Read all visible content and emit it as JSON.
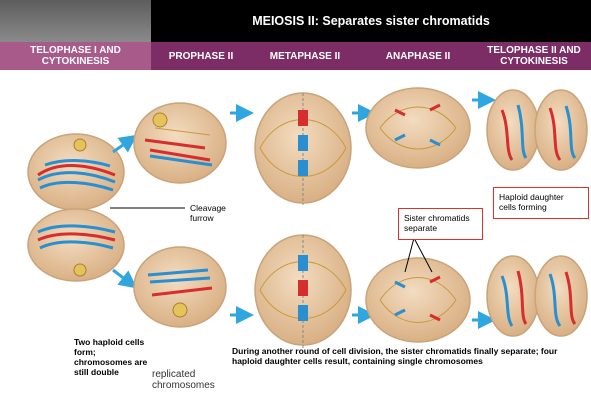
{
  "header": {
    "title": "MEIOSIS II: Separates sister chromatids"
  },
  "stages": {
    "telophase1": "TELOPHASE I AND CYTOKINESIS",
    "prophase2": "PROPHASE II",
    "metaphase2": "METAPHASE II",
    "anaphase2": "ANAPHASE II",
    "telophase2": "TELOPHASE II AND CYTOKINESIS"
  },
  "labels": {
    "cleavage_furrow": "Cleavage furrow",
    "sister_chromatids": "Sister chromatids separate",
    "haploid_forming": "Haploid daughter cells forming",
    "two_haploid": "Two haploid cells form; chromosomes are still double",
    "during_round": "During another round of cell division, the sister chromatids finally separate; four haploid daughter cells result, containing single chromosomes",
    "replicated": "replicated chromosomes"
  },
  "colors": {
    "cell_fill": "#e8c9a1",
    "cell_border": "#c9a37a",
    "chromatid_red": "#d62e2e",
    "chromatid_blue": "#2a8fd0",
    "arrow": "#2fa6e0",
    "spindle": "#c79a3a",
    "header_black": "#000000",
    "stage_purple": "#7d2d66",
    "stage_pink": "#a85a8a",
    "box_border": "#e0302c"
  }
}
